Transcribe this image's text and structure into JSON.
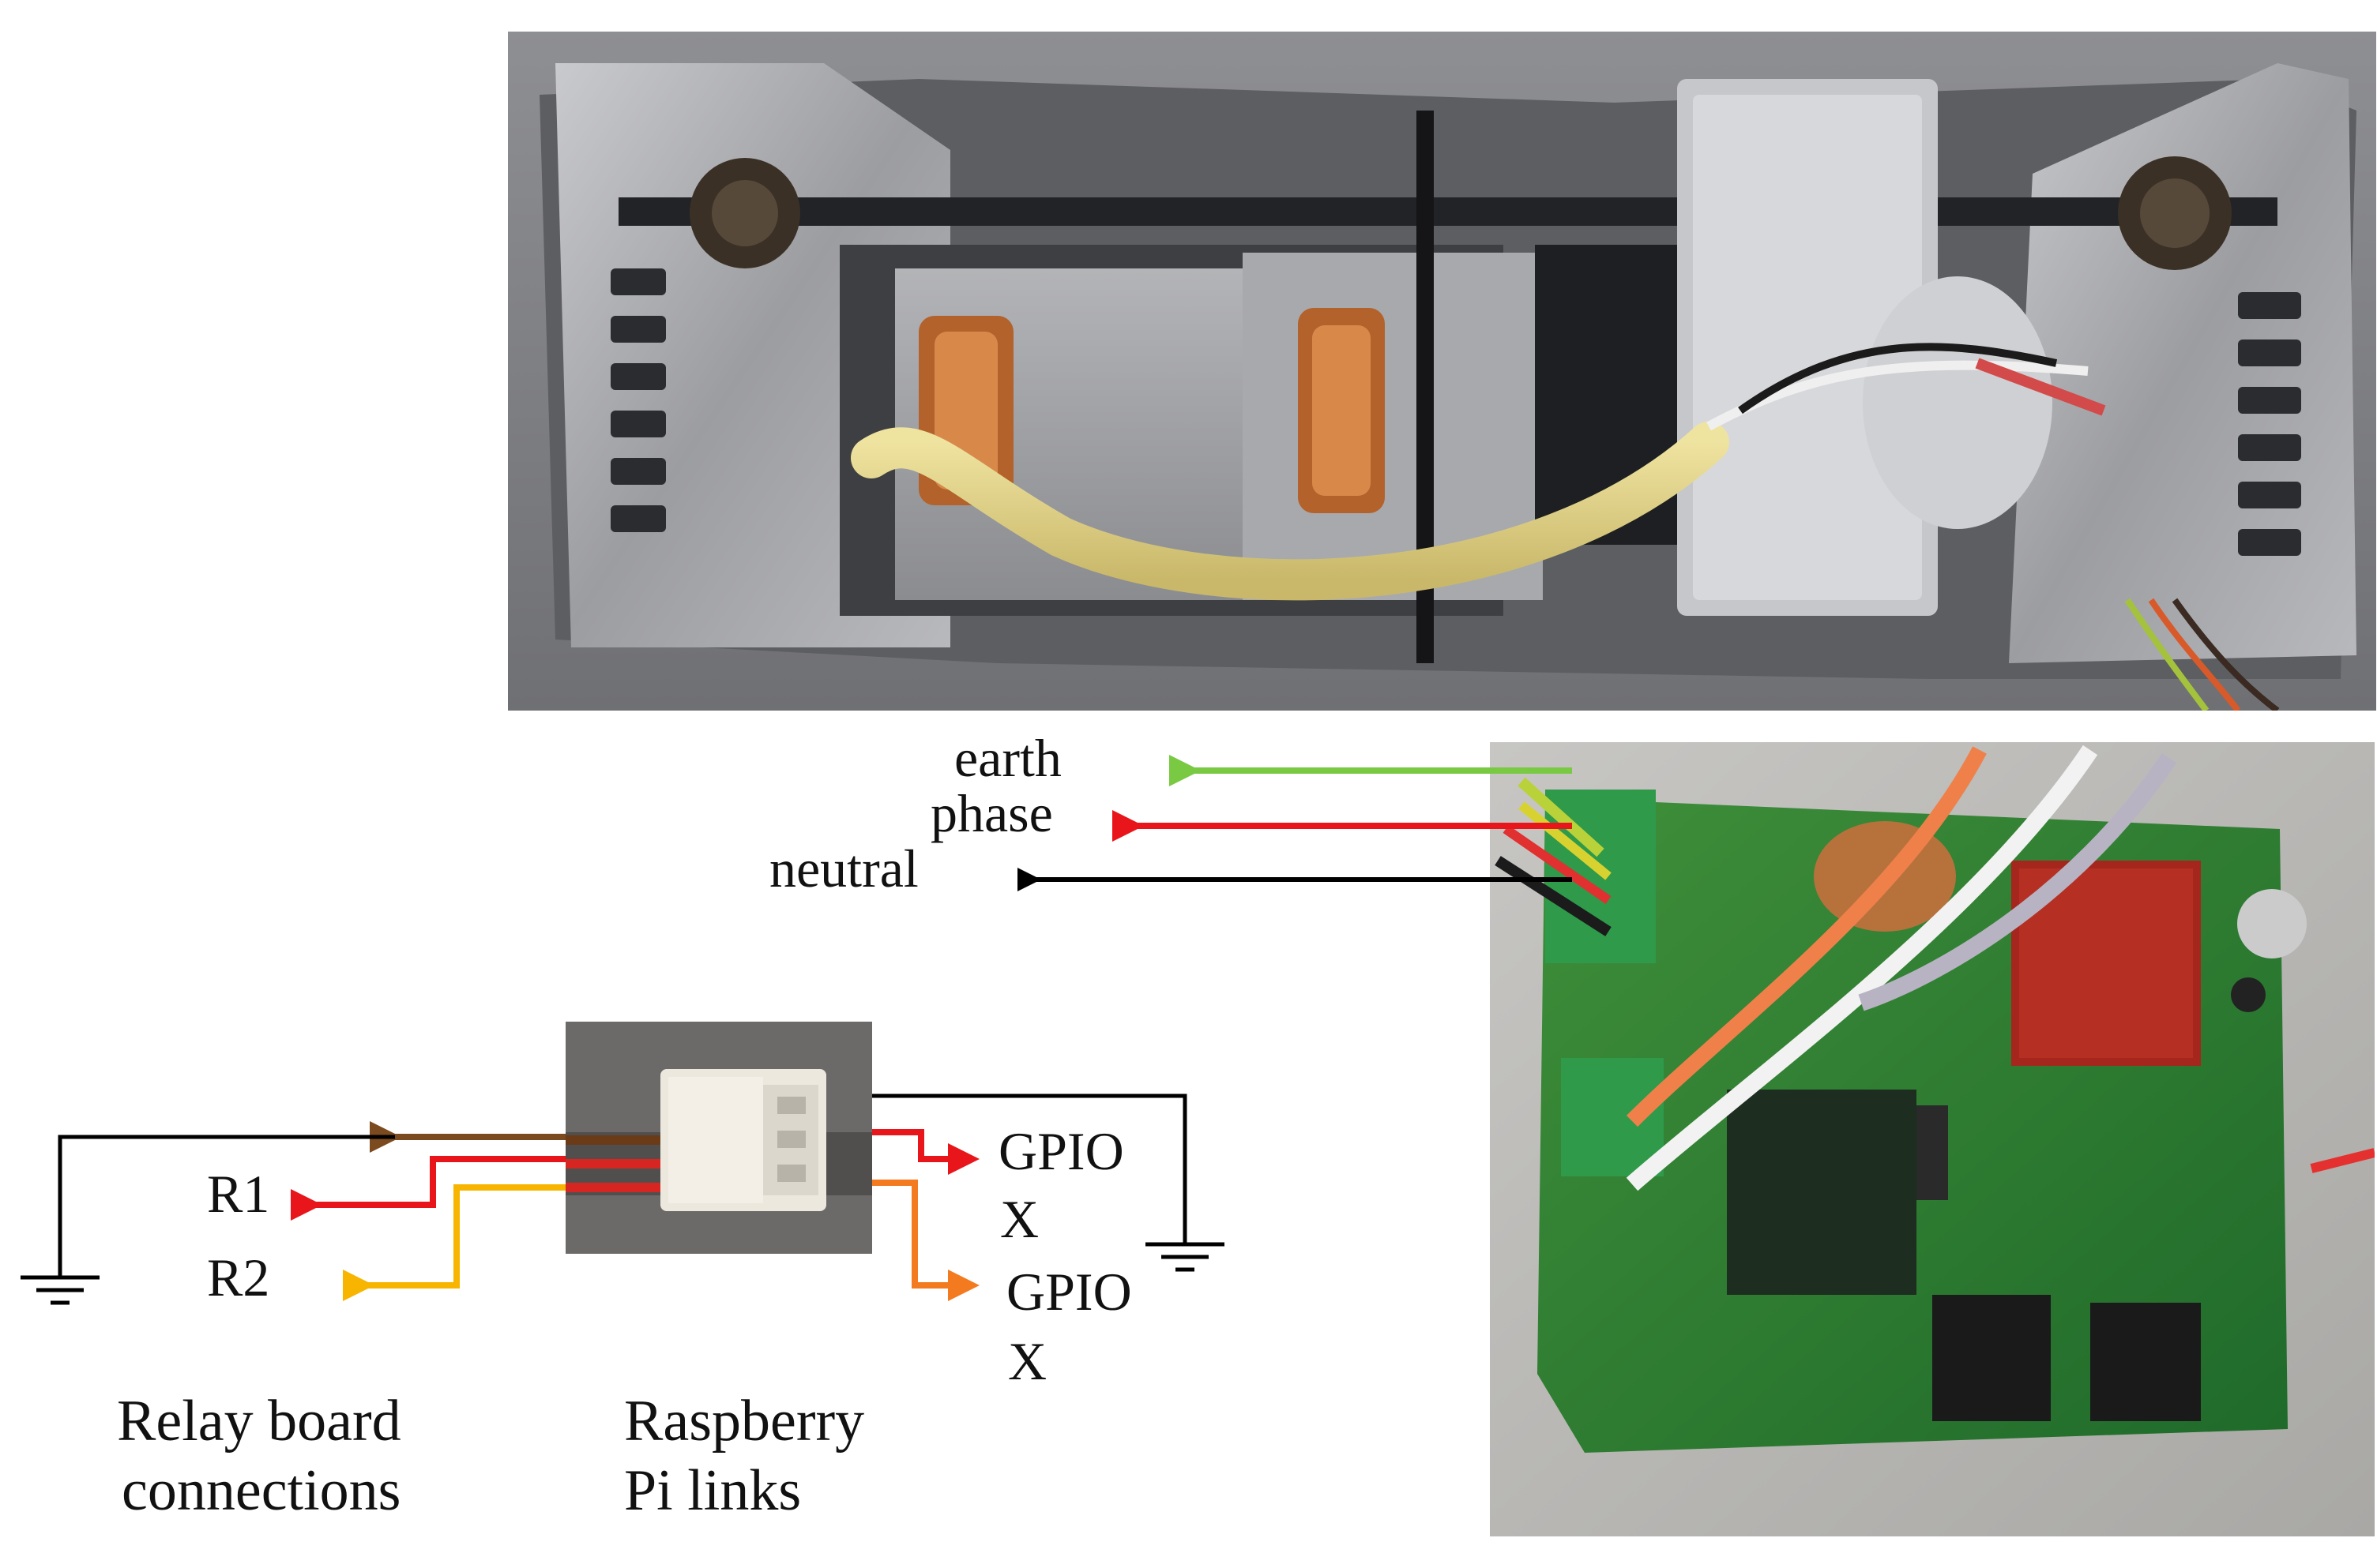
{
  "power_leads": {
    "earth": "earth",
    "phase": "phase",
    "neutral": "neutral"
  },
  "relay_outputs": {
    "r1": "R1",
    "r2": "R2"
  },
  "gpio_pins": {
    "pin_a_line1": "GPIO",
    "pin_a_line2": "X",
    "pin_b_line1": "GPIO",
    "pin_b_line2": "X"
  },
  "captions": {
    "relay_line1": "Relay board",
    "relay_line2": "connections",
    "pi_line1": "Raspberry",
    "pi_line2": "Pi links"
  },
  "wire_colors": {
    "earth": "#7ac943",
    "phase": "#e8161b",
    "neutral": "#000000",
    "relay_common": "#7b4a1e",
    "r1": "#e8161b",
    "r2": "#f7b500",
    "gpio_a": "#e8161b",
    "gpio_b": "#f47a20",
    "ground": "#000000"
  }
}
